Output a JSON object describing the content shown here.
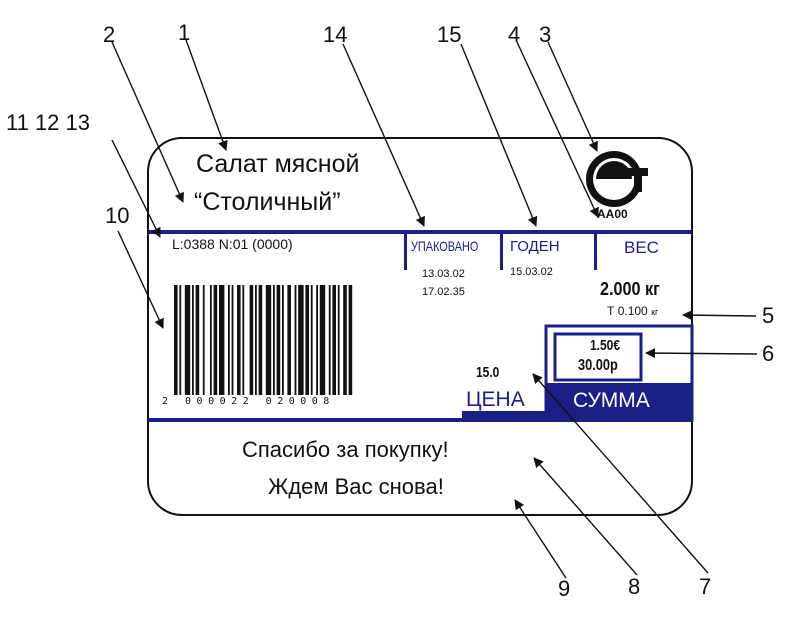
{
  "callouts": [
    "1",
    "2",
    "3",
    "4",
    "5",
    "6",
    "7",
    "8",
    "9",
    "10",
    "11 12 13",
    "14",
    "15"
  ],
  "product": {
    "name_line1": "Салат мясной",
    "name_line2": "“Столичный”"
  },
  "code_line": "L:0388 N:01 (0000)",
  "cert_mark": {
    "logo": "РСТ",
    "code": "AA00"
  },
  "packed": {
    "label": "УПАКОВАНО",
    "date": "13.03.02",
    "time": "17.02.35"
  },
  "expires": {
    "label": "ГОДЕН",
    "date": "15.03.02"
  },
  "weight": {
    "label": "ВЕС",
    "value": "2.000 кг",
    "tare_prefix": "Т",
    "tare_value": "0.100",
    "tare_unit": "кг"
  },
  "barcode": {
    "digits": "2 000022 020008"
  },
  "price": {
    "label": "ЦЕНА",
    "value": "15.0"
  },
  "total": {
    "label": "СУММА",
    "value_eur": "1.50€",
    "value_rub": "30.00р"
  },
  "footer": {
    "line1": "Спасибо за покупку!",
    "line2": "Ждем Вас снова!"
  },
  "colors": {
    "accent": "#1a1f85",
    "ink": "#111111"
  }
}
